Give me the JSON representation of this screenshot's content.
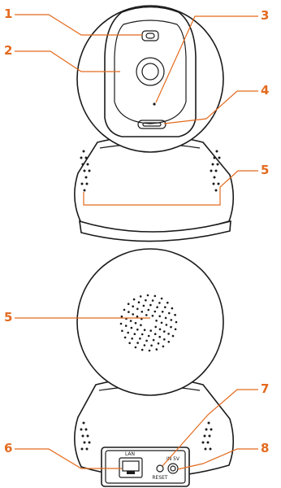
{
  "front_view": {
    "callouts": [
      {
        "number": "1"
      },
      {
        "number": "2"
      },
      {
        "number": "3"
      },
      {
        "number": "4"
      },
      {
        "number": "5"
      }
    ]
  },
  "back_view": {
    "callouts": [
      {
        "number": "5"
      },
      {
        "number": "6"
      },
      {
        "number": "7"
      },
      {
        "number": "8"
      }
    ],
    "port_labels": {
      "lan": "LAN",
      "reset": "RESET",
      "power": "IN 5V"
    }
  },
  "colors": {
    "callout": "#e36a1e",
    "outline": "#1a1a1a",
    "background": "#ffffff"
  }
}
